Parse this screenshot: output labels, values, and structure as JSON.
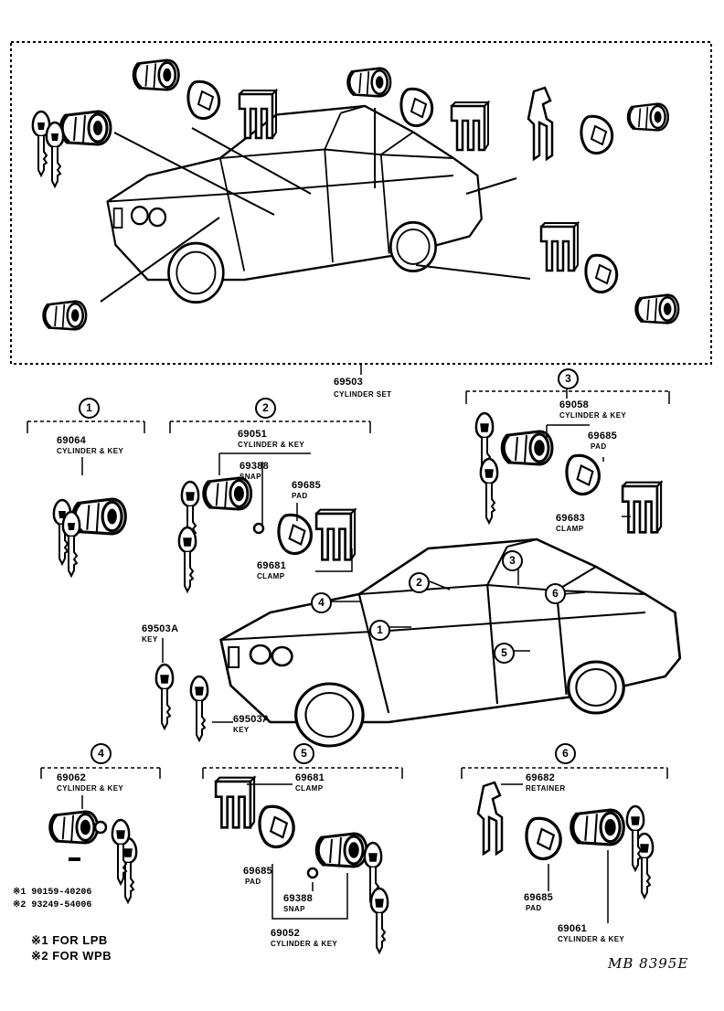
{
  "set": {
    "part": "69503",
    "name": "CYLINDER SET"
  },
  "groups": {
    "g1": {
      "num": "1",
      "part": "69064",
      "name": "CYLINDER & KEY"
    },
    "g2": {
      "num": "2",
      "part": "69051",
      "name": "CYLINDER & KEY",
      "snap_part": "69388",
      "snap_name": "SNAP",
      "pad_part": "69685",
      "pad_name": "PAD",
      "clamp_part": "69681",
      "clamp_name": "CLAMP"
    },
    "g3": {
      "num": "3",
      "part": "69058",
      "name": "CYLINDER & KEY",
      "pad_part": "69685",
      "pad_name": "PAD",
      "clamp_part": "69683",
      "clamp_name": "CLAMP"
    },
    "g4": {
      "num": "4",
      "part": "69062",
      "name": "CYLINDER & KEY",
      "fn1": "※1 90159-40206",
      "fn2": "※2 93249-54006"
    },
    "g5": {
      "num": "5",
      "clamp_part": "69681",
      "clamp_name": "CLAMP",
      "pad_part": "69685",
      "pad_name": "PAD",
      "snap_part": "69388",
      "snap_name": "SNAP",
      "part": "69052",
      "name": "CYLINDER & KEY"
    },
    "g6": {
      "num": "6",
      "retainer_part": "69682",
      "retainer_name": "RETAINER",
      "pad_part": "69685",
      "pad_name": "PAD",
      "part": "69061",
      "name": "CYLINDER & KEY"
    }
  },
  "keys": {
    "k1_part": "69503A",
    "k1_name": "KEY",
    "k2_part": "69503A",
    "k2_name": "KEY"
  },
  "car_markers": [
    "1",
    "2",
    "3",
    "4",
    "5",
    "6"
  ],
  "notes": {
    "n1": "※1 FOR LPB",
    "n2": "※2 FOR WPB"
  },
  "drawing_code": "MB 8395E"
}
